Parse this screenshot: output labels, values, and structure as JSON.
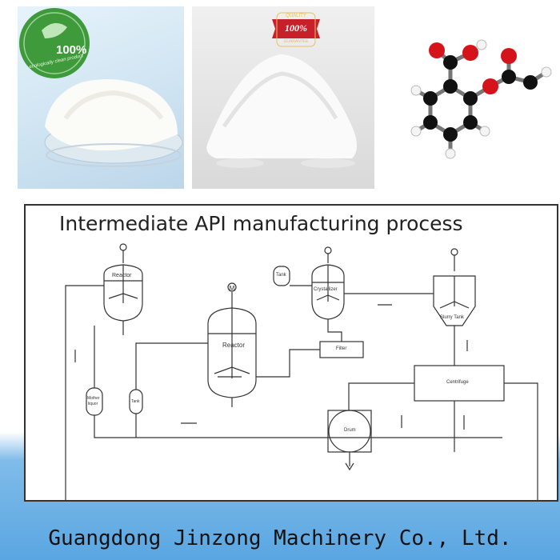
{
  "photos": {
    "powder_badge_pct": "100%",
    "powder_badge_sub": "ecologically clean product",
    "quality_badge_top": "QUALITY",
    "quality_badge_pct": "100%",
    "quality_badge_sub": "GUARANTEE"
  },
  "diagram": {
    "title": "Intermediate API manufacturing process",
    "motor_symbol": "M",
    "labels": {
      "reactor_small": "Reactor",
      "reactor_main": "Reactor",
      "tank_top": "Tank",
      "crystallizer": "Crystallizer",
      "slurry_tank": "Slurry Tank",
      "filter": "Filter",
      "centrifuge": "Centrifuge",
      "mother_liquor_1": "Mother",
      "mother_liquor_2": "liquor",
      "tank_small": "Tank",
      "drum": "Drum"
    }
  },
  "footer": {
    "company": "Guangdong Jinzong Machinery Co., Ltd."
  },
  "colors": {
    "band_blue": "#5aa6e2",
    "badge_green": "#3e9a3a",
    "badge_red": "#c8202a",
    "line": "#333333"
  }
}
